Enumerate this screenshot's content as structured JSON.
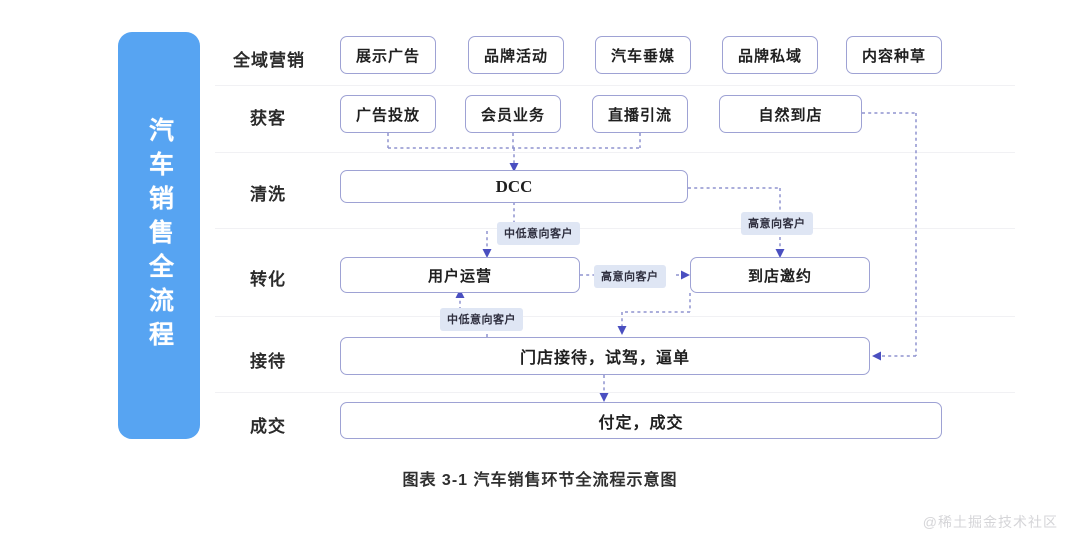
{
  "banner": {
    "text": "汽车销售全流程",
    "color": "#57a4f2"
  },
  "caption": "图表 3-1 汽车销售环节全流程示意图",
  "watermark": "@稀土掘金技术社区",
  "theme": {
    "box_border": "#9ea2d4",
    "chip_bg": "#dfe6f4",
    "wire": "#8f93cf",
    "arrow": "#4a4fc0",
    "background": "#ffffff"
  },
  "rows": [
    {
      "label": "全域营销"
    },
    {
      "label": "获客"
    },
    {
      "label": "清洗"
    },
    {
      "label": "转化"
    },
    {
      "label": "接待"
    },
    {
      "label": "成交"
    }
  ],
  "nodes": {
    "marketing": [
      {
        "label": "展示广告"
      },
      {
        "label": "品牌活动"
      },
      {
        "label": "汽车垂媒"
      },
      {
        "label": "品牌私域"
      },
      {
        "label": "内容种草"
      }
    ],
    "acquisition": [
      {
        "label": "广告投放"
      },
      {
        "label": "会员业务"
      },
      {
        "label": "直播引流"
      },
      {
        "label": "自然到店"
      }
    ],
    "cleaning": {
      "label": "DCC"
    },
    "conversion": [
      {
        "label": "用户运营"
      },
      {
        "label": "到店邀约"
      }
    ],
    "reception": {
      "label": "门店接待，试驾，逼单"
    },
    "deal": {
      "label": "付定，成交"
    }
  },
  "edge_labels": {
    "dcc_to_user_ops": "中低意向客户",
    "dcc_to_invite": "高意向客户",
    "user_ops_to_invite": "高意向客户",
    "reception_back_to_user_ops": "中低意向客户"
  }
}
